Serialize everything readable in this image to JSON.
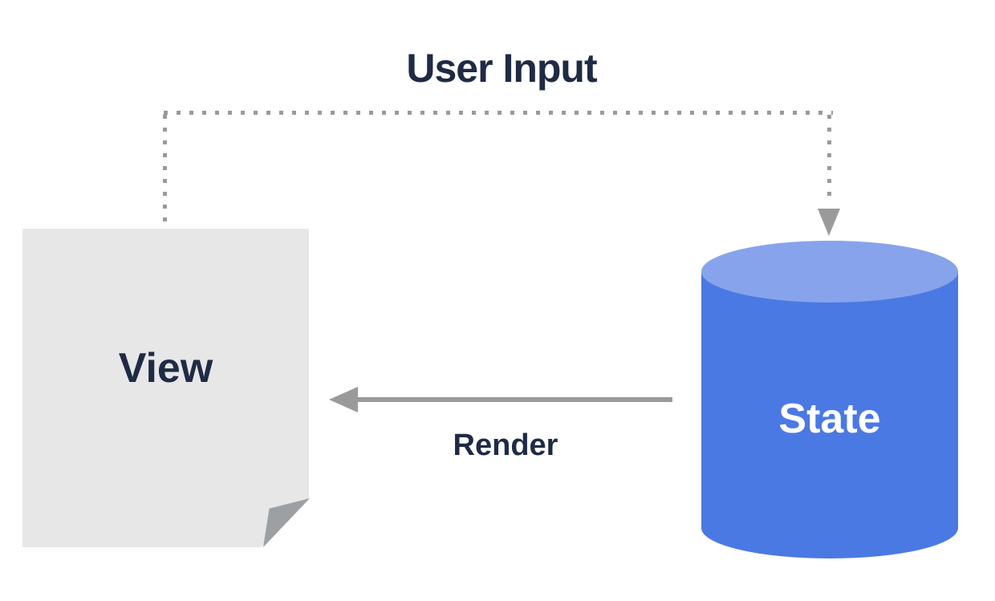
{
  "diagram": {
    "type": "flow-diagram",
    "background": "#ffffff",
    "nodes": {
      "view": {
        "label": "View",
        "shape": "document-folded-corner",
        "fill": "#e7e7e8",
        "fold_color": "#9da0a3",
        "text_color": "#1f2b45"
      },
      "state": {
        "label": "State",
        "shape": "cylinder",
        "body_fill": "#4b79e3",
        "top_fill": "#87a3ec",
        "text_color": "#ffffff"
      }
    },
    "edges": {
      "user_input": {
        "label": "User Input",
        "from": "view",
        "to": "state",
        "style": "dotted",
        "arrowhead": "down-into-state"
      },
      "render": {
        "label": "Render",
        "from": "state",
        "to": "view",
        "style": "solid",
        "arrowhead": "left-into-view"
      }
    },
    "colors": {
      "connector_gray": "#9a9a9a",
      "heading_navy": "#1f2b45"
    }
  }
}
